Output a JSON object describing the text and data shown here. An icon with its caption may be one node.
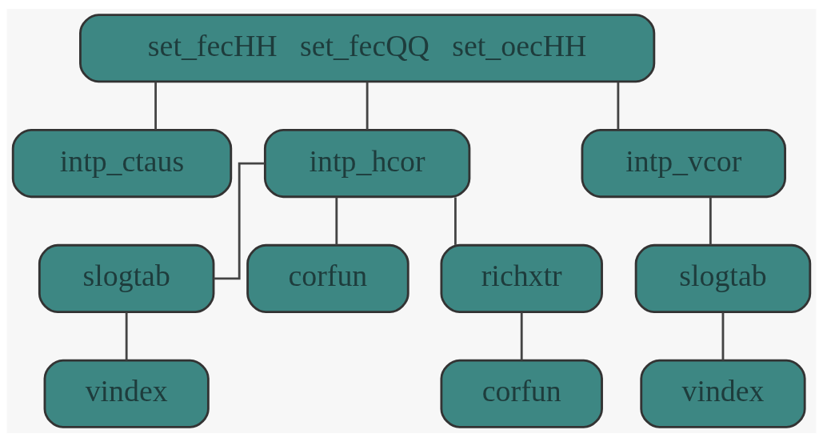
{
  "diagram": {
    "nodes": [
      {
        "text": [
          "set_fecHH   set_fecQQ   set_oecHH"
        ]
      },
      {
        "text": [
          "intp_ctaus"
        ]
      },
      {
        "text": [
          "intp_hcor"
        ]
      },
      {
        "text": [
          "intp_vcor"
        ]
      },
      {
        "text": [
          "slogtab"
        ]
      },
      {
        "text": [
          "corfun"
        ]
      },
      {
        "text": [
          "richxtr"
        ]
      },
      {
        "text": [
          "vindex"
        ]
      },
      {
        "text": [
          "corfun"
        ]
      },
      {
        "text": [
          "slogtab"
        ]
      },
      {
        "text": [
          "vindex"
        ]
      }
    ],
    "edges": [
      {
        "from": 0,
        "to": 1,
        "arrow": "none"
      },
      {
        "from": 0,
        "to": 2,
        "arrow": "none"
      },
      {
        "from": 0,
        "to": 3,
        "arrow": "none"
      },
      {
        "from": 2,
        "to": 4,
        "arrow": "none"
      },
      {
        "from": 2,
        "to": 5,
        "arrow": "none"
      },
      {
        "from": 2,
        "to": 6,
        "arrow": "none"
      },
      {
        "from": 4,
        "to": 7,
        "arrow": "none"
      },
      {
        "from": 6,
        "to": 8,
        "arrow": "none"
      },
      {
        "from": 3,
        "to": 9,
        "arrow": "none"
      },
      {
        "from": 9,
        "to": 10,
        "arrow": "none"
      }
    ]
  }
}
